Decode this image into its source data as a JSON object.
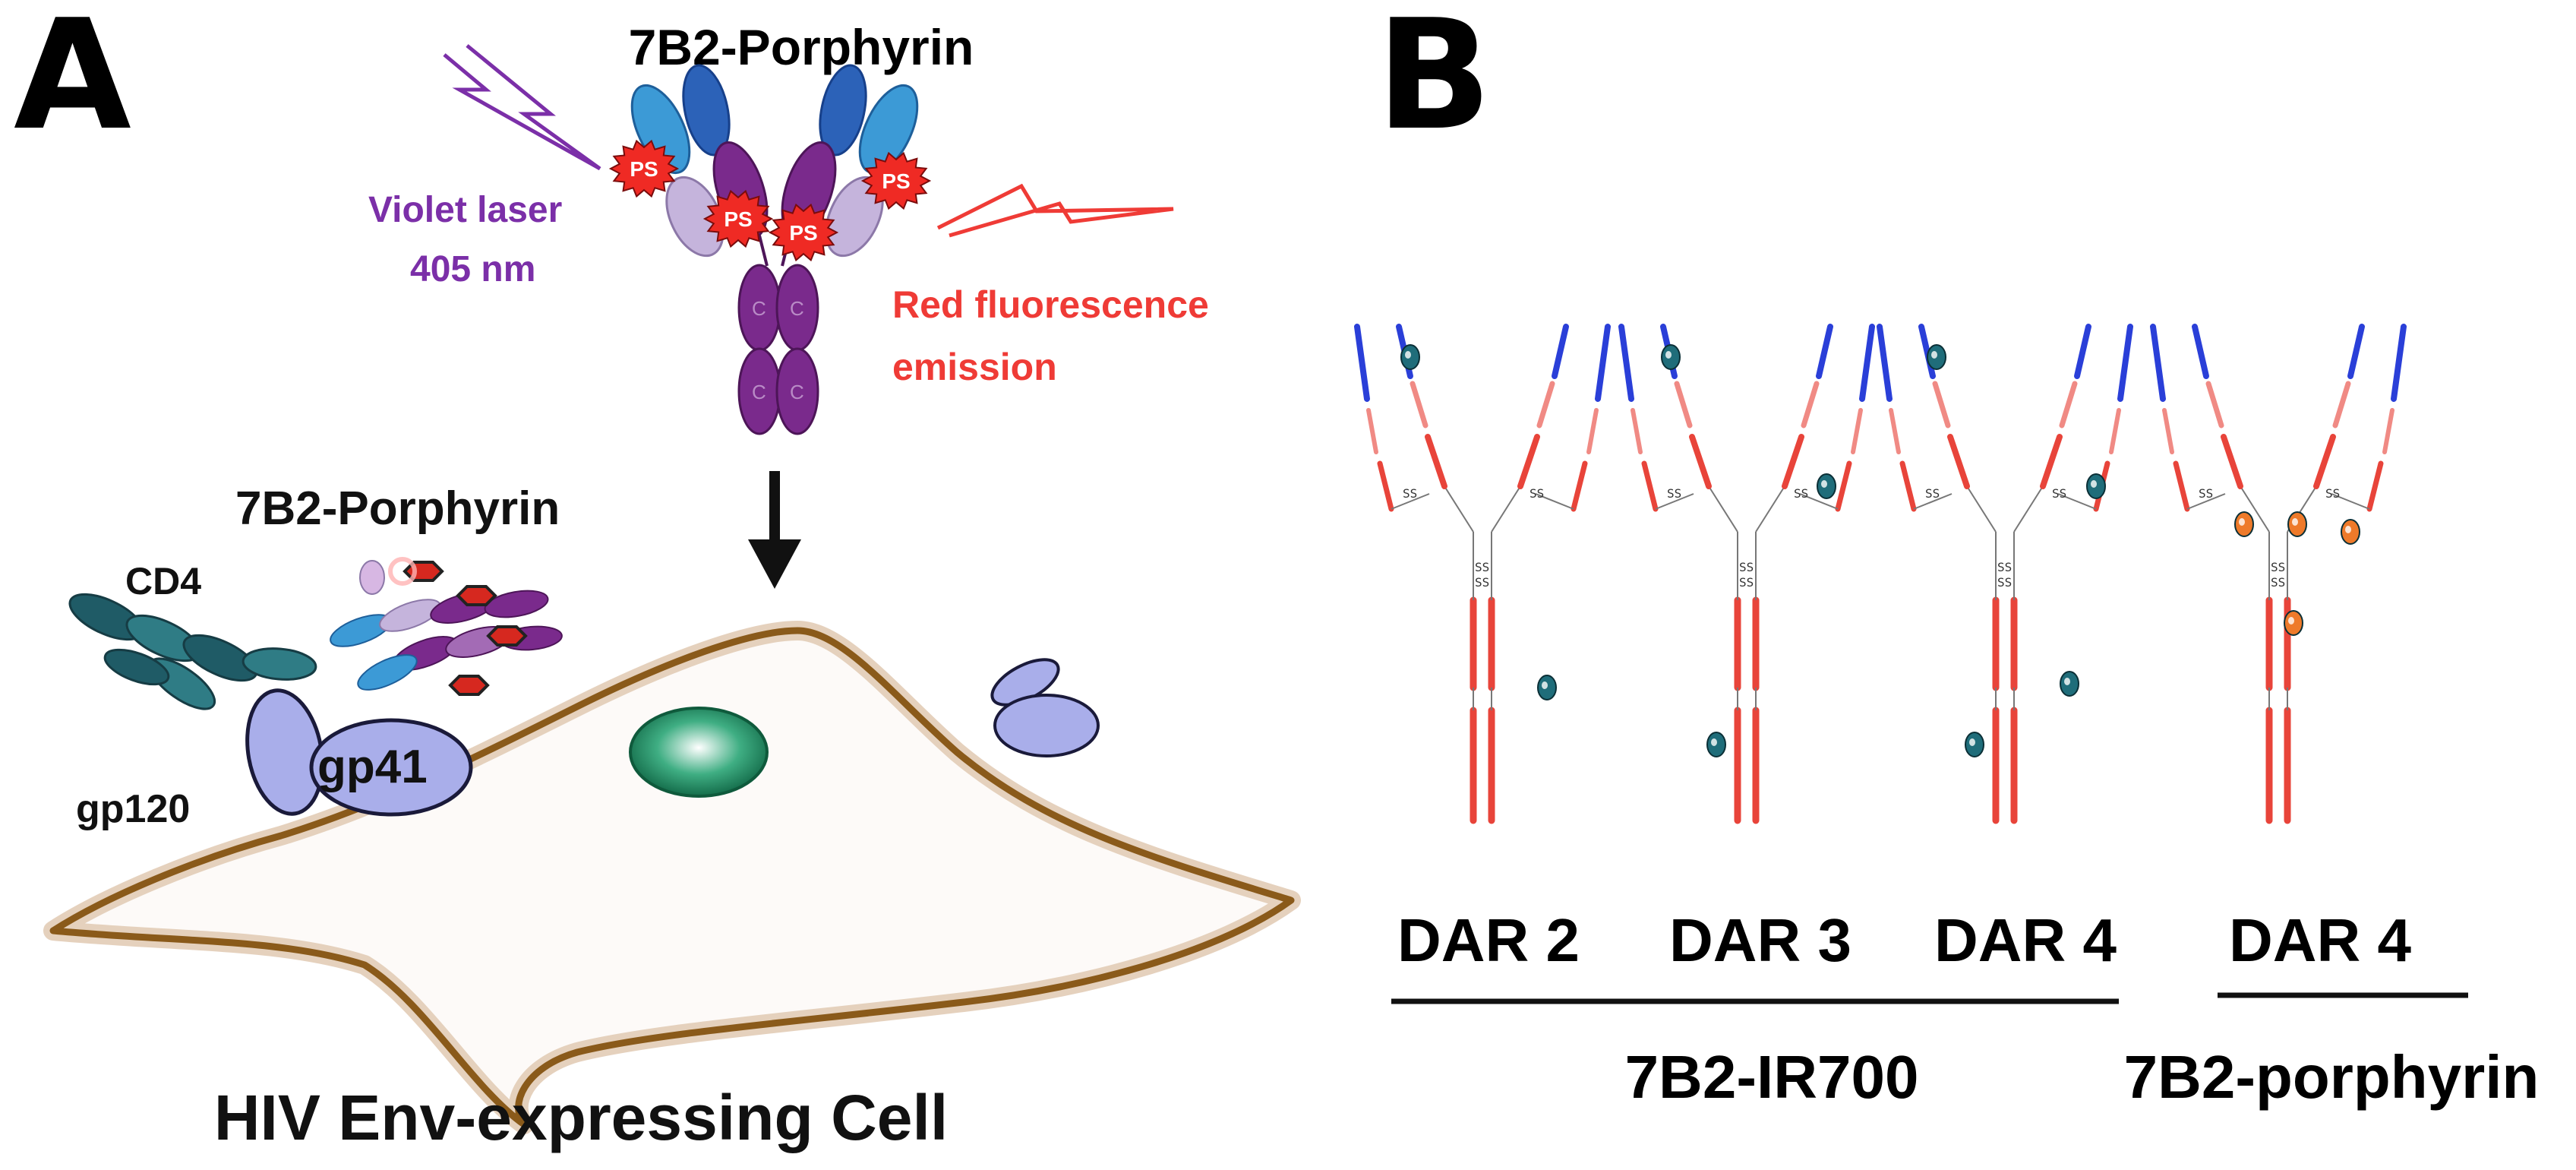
{
  "panel_a": {
    "letter": "A",
    "title": "7B2-Porphyrin",
    "laser": {
      "line1": "Violet laser",
      "line2": "405 nm"
    },
    "emission": {
      "line1": "Red fluorescence",
      "line2": "emission"
    },
    "ps_label": "PS",
    "small_title": "7B2-Porphyrin",
    "cd4": "CD4",
    "gp120": "gp120",
    "gp41": "gp41",
    "cell_label": "HIV Env-expressing Cell",
    "colors": {
      "violet": "#7b2fa8",
      "red": "#ef3b36",
      "purple": "#7a2a8c",
      "cell": "#8a5a1a",
      "env": "#a9aeea"
    }
  },
  "panel_b": {
    "letter": "B",
    "antibodies": [
      {
        "label": "DAR 2"
      },
      {
        "label": "DAR 3"
      },
      {
        "label": "DAR 4"
      },
      {
        "label": "DAR 4"
      }
    ],
    "group_ir700": "7B2-IR700",
    "group_porphyrin": "7B2-porphyrin",
    "ss_label": "SS",
    "colors": {
      "heavy": "#e8443a",
      "light_blue": "#2a3fd8",
      "ir700": "#1f6d7a",
      "porphyrin": "#ee7a2a"
    }
  }
}
